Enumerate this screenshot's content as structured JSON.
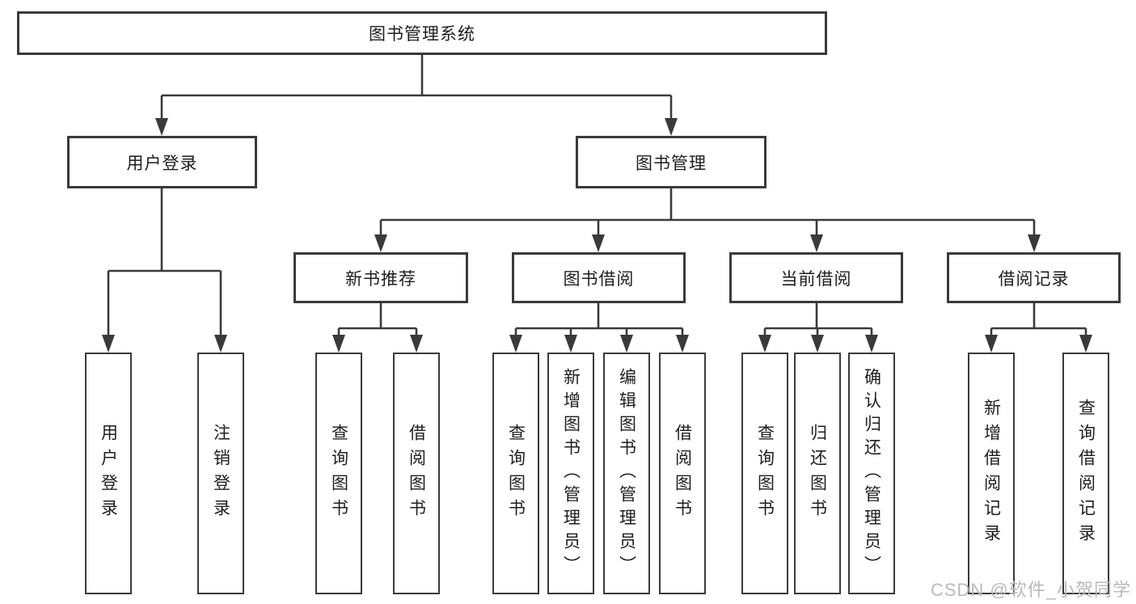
{
  "palette": {
    "line_color": "#3a3a3a",
    "text_color": "#1e1e1e",
    "background": "#ffffff",
    "watermark_color": "#b9b9b9"
  },
  "watermark": {
    "text": "CSDN @软件_小贺同学"
  },
  "tree": {
    "label": "图书管理系统",
    "children": [
      {
        "label": "用户登录",
        "children": [
          {
            "label": "用户登录"
          },
          {
            "label": "注销登录"
          }
        ]
      },
      {
        "label": "图书管理",
        "children": [
          {
            "label": "新书推荐",
            "children": [
              {
                "label": "查询图书"
              },
              {
                "label": "借阅图书"
              }
            ]
          },
          {
            "label": "图书借阅",
            "children": [
              {
                "label": "查询图书"
              },
              {
                "label": "新增图书（管理员）"
              },
              {
                "label": "编辑图书（管理员）"
              },
              {
                "label": "借阅图书"
              }
            ]
          },
          {
            "label": "当前借阅",
            "children": [
              {
                "label": "查询图书"
              },
              {
                "label": "归还图书"
              },
              {
                "label": "确认归还（管理员）"
              }
            ]
          },
          {
            "label": "借阅记录",
            "children": [
              {
                "label": "新增借阅记录"
              },
              {
                "label": "查询借阅记录"
              }
            ]
          }
        ]
      }
    ]
  }
}
